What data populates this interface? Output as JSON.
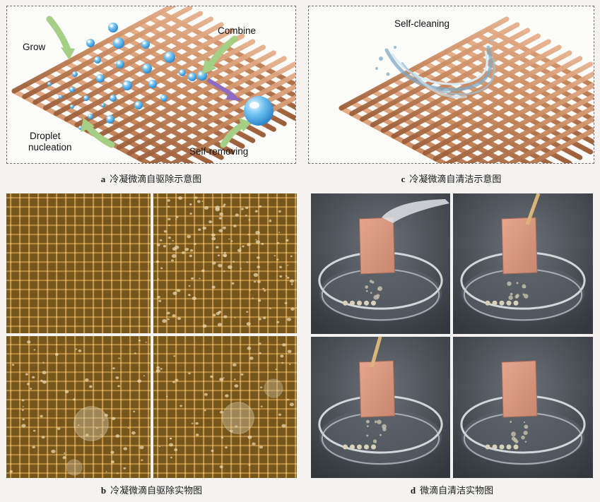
{
  "panel_a": {
    "letter": "a",
    "caption": "冷凝微滴自驱除示意图",
    "labels": {
      "grow": "Grow",
      "combine": "Combine",
      "droplet_nucleation_line1": "Droplet",
      "droplet_nucleation_line2": "nucleation",
      "self_removing": "Self-removing"
    }
  },
  "panel_c": {
    "letter": "c",
    "caption": "冷凝微滴自清洁示意图",
    "labels": {
      "self_cleaning": "Self-cleaning"
    }
  },
  "panel_b": {
    "letter": "b",
    "caption": "冷凝微滴自驱除实物图"
  },
  "panel_d": {
    "letter": "d",
    "caption": "微滴自清洁实物图"
  },
  "colors": {
    "copper": "#c98a5f",
    "copper_dark": "#9c5f3a",
    "droplet": "#5fb4ea",
    "arrow_green": "#a6cf86",
    "arrow_purple": "#8d6bc0",
    "micrograph_bg": "#7a5a1f",
    "photo_bg": "#4a4f55"
  }
}
